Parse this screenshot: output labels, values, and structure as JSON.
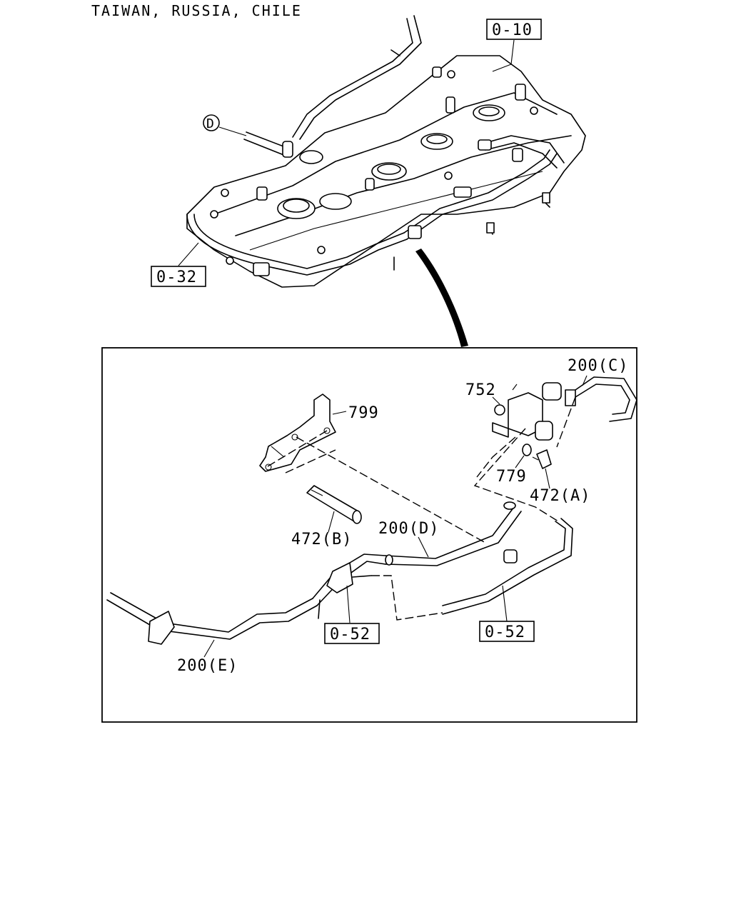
{
  "header": {
    "region_text": "TAIWAN, RUSSIA, CHILE"
  },
  "callouts": {
    "ref_0_10": "0-10",
    "ref_0_32": "0-32",
    "ref_0_52_left": "0-52",
    "ref_0_52_right": "0-52",
    "circle_d": "D"
  },
  "parts": {
    "p200C": "200(C)",
    "p752": "752",
    "p799": "799",
    "p779": "779",
    "p472A": "472(A)",
    "p472B": "472(B)",
    "p200D": "200(D)",
    "p200E": "200(E)"
  }
}
